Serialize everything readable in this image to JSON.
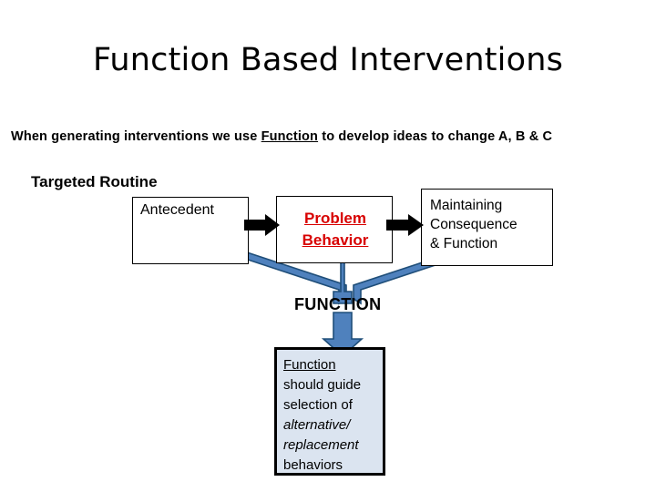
{
  "slide": {
    "title": "Function Based Interventions",
    "subtitle": {
      "part1": "When generating interventions we use ",
      "emphasis": "Function",
      "part2": " to develop ideas to change A, B & C"
    },
    "targeted_routine_label": "Targeted Routine",
    "function_label": "FUNCTION"
  },
  "boxes": {
    "antecedent": {
      "label": "Antecedent",
      "fill": "#ffffff",
      "border": "#000000",
      "text_color": "#000000"
    },
    "problem_behavior": {
      "line1": "Problem",
      "line2": "Behavior",
      "fill": "#ffffff",
      "border": "#000000",
      "text_color": "#d80000"
    },
    "maintaining_consequence": {
      "line1": "Maintaining",
      "line2": "Consequence",
      "line3": "& Function",
      "fill": "#ffffff",
      "border": "#000000",
      "text_color": "#000000"
    },
    "function_guide": {
      "line1": "Function",
      "line2": "should guide",
      "line3": "selection of",
      "line4": "alternative/",
      "line5": "replacement",
      "line6": "behaviors",
      "fill": "#dbe4f0",
      "border": "#000000",
      "text_color": "#000000"
    }
  },
  "connectors": {
    "black_arrow_color": "#000000",
    "blue_arrow_fill": "#4f81bd",
    "blue_arrow_stroke": "#1f4e79",
    "arrows": [
      {
        "name": "antecedent-to-behavior",
        "style": "black-block",
        "direction": "right"
      },
      {
        "name": "behavior-to-consequence",
        "style": "black-block",
        "direction": "right"
      },
      {
        "name": "function-to-antecedent",
        "style": "blue-block",
        "direction": "up-left"
      },
      {
        "name": "function-to-behavior",
        "style": "blue-block",
        "direction": "up"
      },
      {
        "name": "function-to-consequence",
        "style": "blue-block",
        "direction": "up-right"
      },
      {
        "name": "function-to-guide-box",
        "style": "blue-block",
        "direction": "down"
      }
    ]
  }
}
